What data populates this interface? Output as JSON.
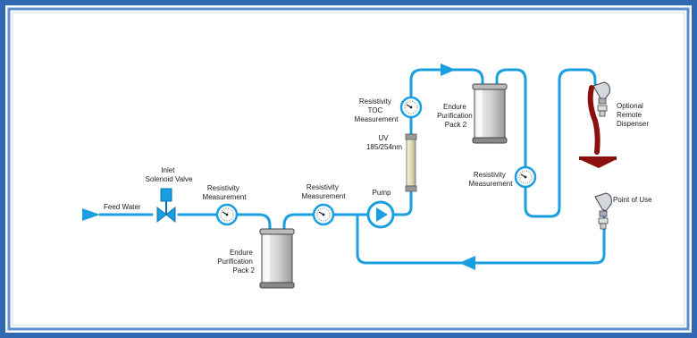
{
  "labels": {
    "feed_water": "Feed Water",
    "inlet_valve": [
      "Inlet",
      "Solenoid Valve"
    ],
    "resistivity_1": [
      "Resistivity",
      "Measurement"
    ],
    "resistivity_2": [
      "Resistivity",
      "Measurement"
    ],
    "pump": "Pump",
    "uv": [
      "UV",
      "185/254nm"
    ],
    "resistivity_toc": [
      "Resistivity",
      "TOC",
      "Measurement"
    ],
    "endure_pack_top": [
      "Endure",
      "Purification",
      "Pack 2"
    ],
    "endure_pack_bottom": [
      "Endure",
      "Purification",
      "Pack 2"
    ],
    "resistivity_3": [
      "Resistivity",
      "Measurement"
    ],
    "optional_dispenser": [
      "Optional",
      "Remote",
      "Dispenser"
    ],
    "point_of_use": "Point of Use"
  },
  "colors": {
    "pipe": "#1aa0e0",
    "frame_outer": "#2f67b0",
    "frame_inner": "#5b8fd0",
    "dispenser_red": "#8b1010"
  }
}
